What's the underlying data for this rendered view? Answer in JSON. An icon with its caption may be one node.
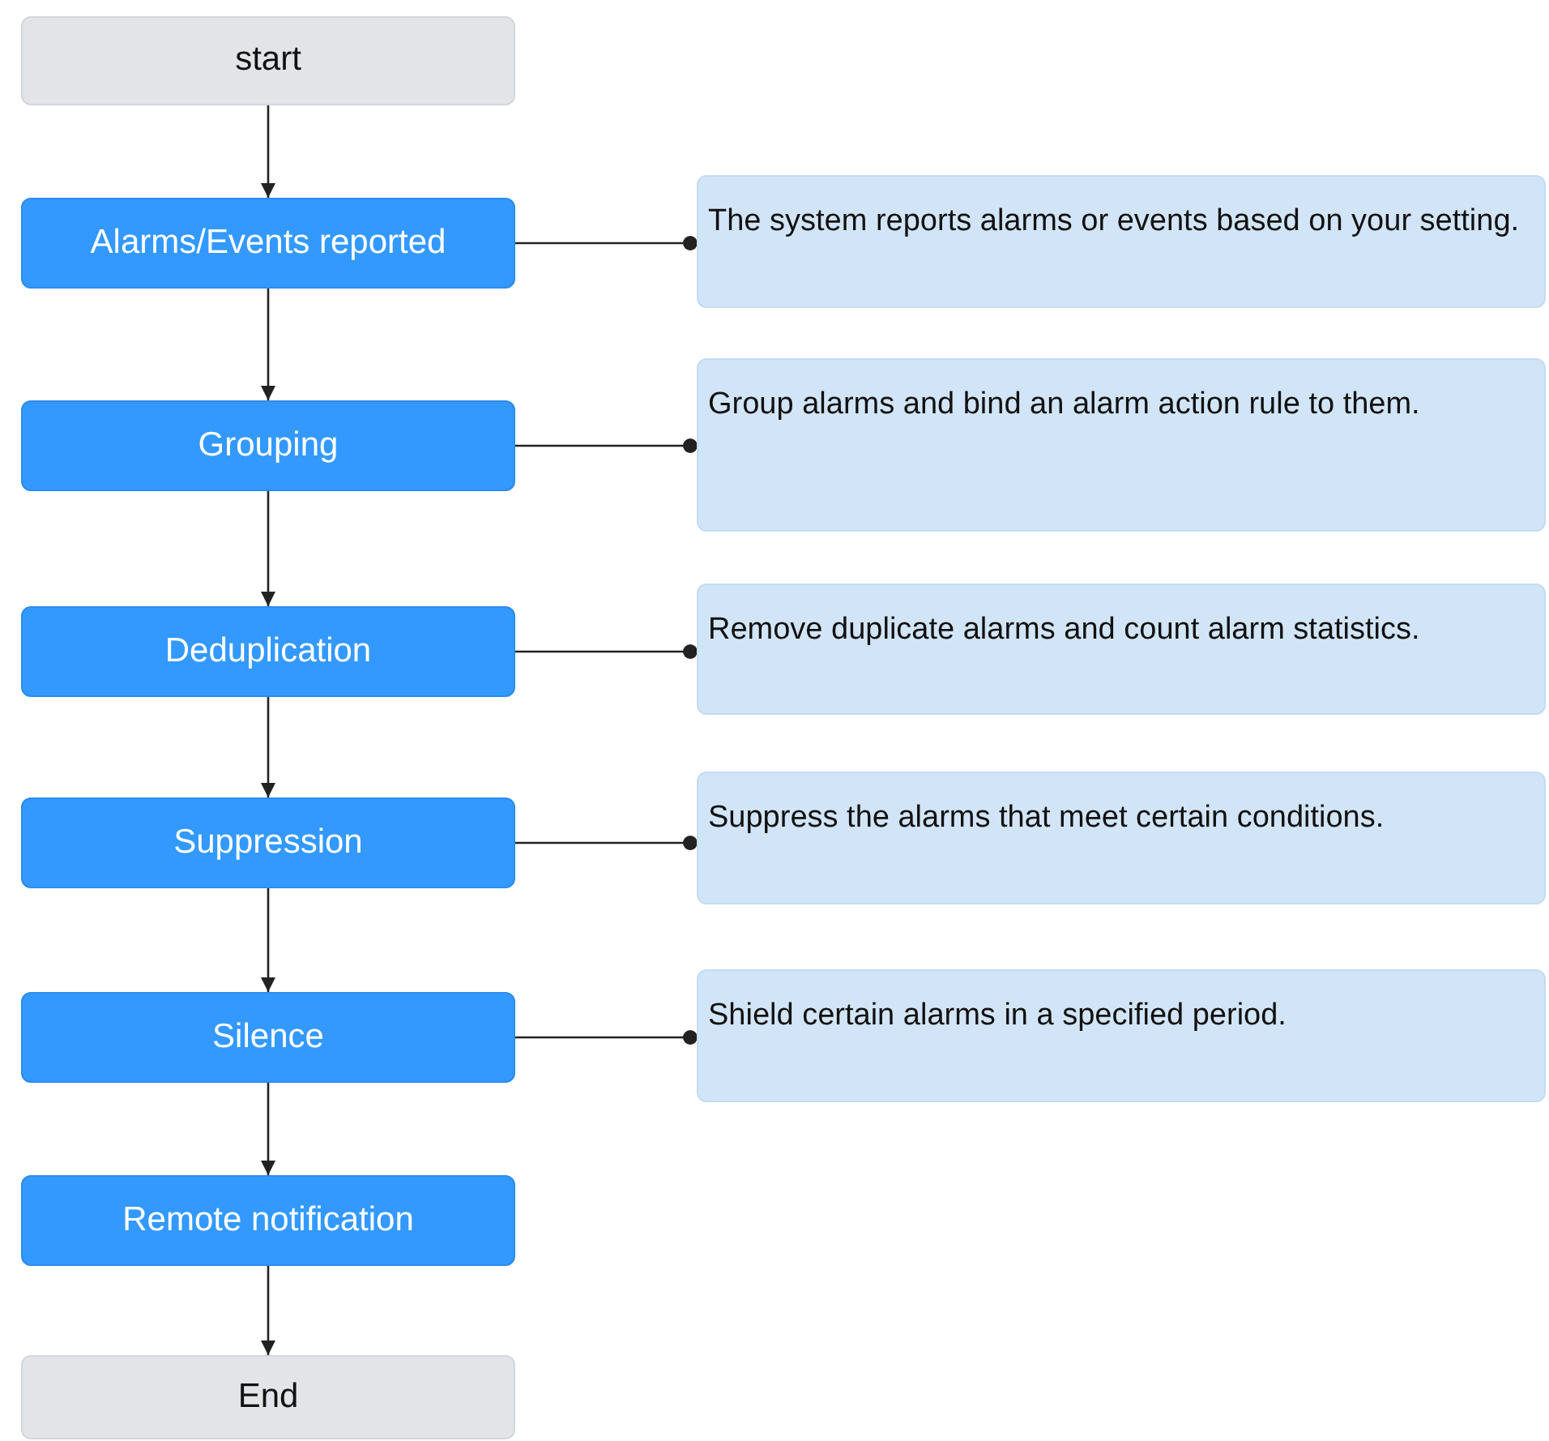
{
  "diagram": {
    "nodes": [
      {
        "text": [
          "start"
        ]
      },
      {
        "text": [
          "Alarms/Events reported"
        ]
      },
      {
        "text": [
          "The system reports alarms or events based on your setting."
        ]
      },
      {
        "text": [
          "Grouping"
        ]
      },
      {
        "text": [
          "Group alarms and bind an alarm action rule to them."
        ]
      },
      {
        "text": [
          "Deduplication"
        ]
      },
      {
        "text": [
          "Remove duplicate alarms and count alarm statistics."
        ]
      },
      {
        "text": [
          "Suppression"
        ]
      },
      {
        "text": [
          "Suppress the alarms that meet certain conditions."
        ]
      },
      {
        "text": [
          "Silence"
        ]
      },
      {
        "text": [
          "Shield certain alarms in a specified period."
        ]
      },
      {
        "text": [
          "Remote notification"
        ]
      },
      {
        "text": [
          "End"
        ]
      }
    ],
    "edges": [
      {
        "from": 0,
        "to": 1,
        "arrow": "to"
      },
      {
        "from": 1,
        "to": 2,
        "arrow": "other"
      },
      {
        "from": 1,
        "to": 3,
        "arrow": "to"
      },
      {
        "from": 3,
        "to": 4,
        "arrow": "other"
      },
      {
        "from": 3,
        "to": 5,
        "arrow": "to"
      },
      {
        "from": 5,
        "to": 6,
        "arrow": "other"
      },
      {
        "from": 5,
        "to": 7,
        "arrow": "to"
      },
      {
        "from": 7,
        "to": 8,
        "arrow": "other"
      },
      {
        "from": 7,
        "to": 9,
        "arrow": "to"
      },
      {
        "from": 9,
        "to": 10,
        "arrow": "other"
      },
      {
        "from": 9,
        "to": 11,
        "arrow": "to"
      },
      {
        "from": 11,
        "to": 12,
        "arrow": "to"
      }
    ]
  }
}
